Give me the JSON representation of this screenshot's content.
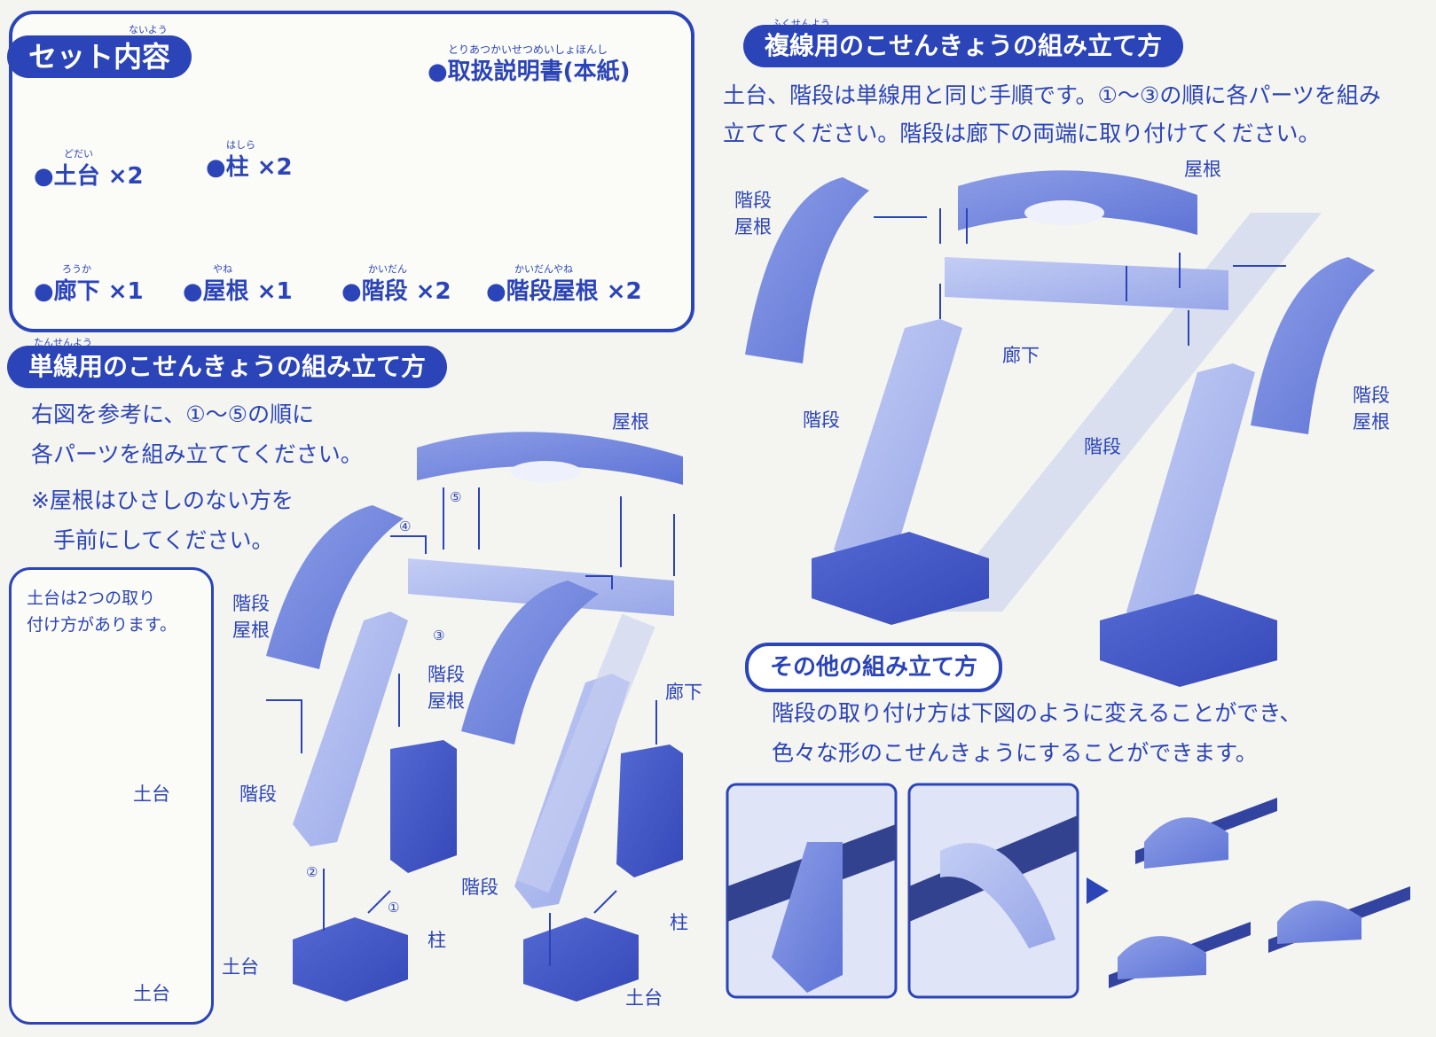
{
  "set": {
    "title": "セット内容",
    "title_furigana": "ないよう",
    "manual_furigana": "とりあつかいせつめいしょほんし",
    "manual": "●取扱説明書(本紙)",
    "parts": [
      {
        "furi": "どだい",
        "label": "●土台 ×2"
      },
      {
        "furi": "はしら",
        "label": "●柱 ×2"
      },
      {
        "furi": "ろうか",
        "label": "●廊下 ×1"
      },
      {
        "furi": "やね",
        "label": "●屋根 ×1"
      },
      {
        "furi": "かいだん",
        "label": "●階段 ×2"
      },
      {
        "furi": "かいだんやね",
        "label": "●階段屋根 ×2"
      }
    ]
  },
  "single": {
    "title": "単線用のこせんきょうの組み立て方",
    "title_furigana": "たんせんよう",
    "line1": "右図を参考に、①～⑤の順に",
    "line2": "各パーツを組み立ててください。",
    "line3": "※屋根はひさしのない方を",
    "line4": "手前にしてください。",
    "note1": "土台は2つの取り",
    "note2": "付け方があります。",
    "labels": {
      "roof": "屋根",
      "stair_roof_a": "階段",
      "stair_roof_b": "屋根",
      "stair": "階段",
      "corridor": "廊下",
      "pillar": "柱",
      "base": "土台"
    },
    "steps": [
      "①",
      "②",
      "③",
      "④",
      "⑤"
    ]
  },
  "double": {
    "title": "複線用のこせんきょうの組み立て方",
    "title_furigana": "ふくせんよう",
    "line1": "土台、階段は単線用と同じ手順です。①～③の順に各パーツを組み",
    "line2": "立ててください。階段は廊下の両端に取り付けてください。",
    "labels": {
      "roof": "屋根",
      "stair_roof_a": "階段",
      "stair_roof_b": "屋根",
      "stair": "階段",
      "corridor": "廊下"
    }
  },
  "other": {
    "title": "その他の組み立て方",
    "line1": "階段の取り付け方は下図のように変えることができ、",
    "line2": "色々な形のこせんきょうにすることができます。"
  },
  "colors": {
    "brand": "#2b44b8",
    "part_light": "#a9b6ee",
    "part_mid": "#6f83dd",
    "part_dark": "#3e52c4"
  }
}
